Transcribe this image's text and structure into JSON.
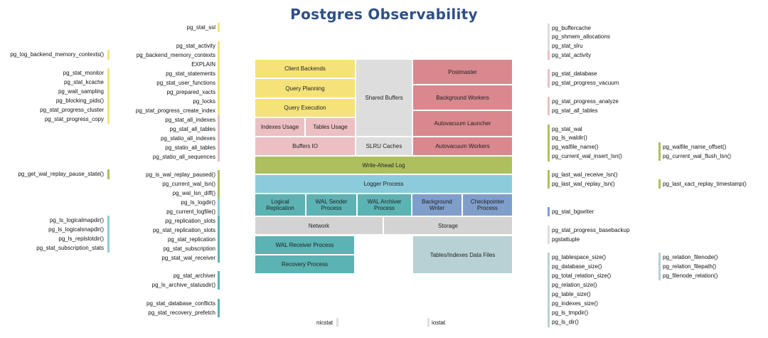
{
  "title": "Postgres Observability",
  "colors": {
    "yellow": "#f5e37a",
    "gray": "#dddddd",
    "red": "#d9888e",
    "pink": "#ecbfc3",
    "olive": "#aebf5f",
    "lightblue": "#8ccbdb",
    "teal": "#5bb3b3",
    "blue": "#7f9ec9",
    "lightgray": "#d3d3d3",
    "paleblue": "#b8d1d4"
  },
  "blocks": {
    "client_backends": "Client Backends",
    "query_planning": "Query Planning",
    "query_execution": "Query Execution",
    "indexes_usage": "Indexes Usage",
    "tables_usage": "Tables Usage",
    "buffers_io": "Buffers IO",
    "shared_buffers": "Shared Buffers",
    "slru_caches": "SLRU Caches",
    "postmaster": "Postmaster",
    "background_workers": "Background Workers",
    "autovacuum_launcher": "Autovacuum Launcher",
    "autovacuum_workers": "Autovacuum Workers",
    "write_ahead_log": "Write-Ahead Log",
    "logger_process": "Logger Process",
    "logical_replication": "Logical\nReplication",
    "wal_sender": "WAL Sender\nProcess",
    "wal_archiver": "WAL Archiver\nProcess",
    "background_writer": "Background\nWriter",
    "checkpointer": "Checkpointer\nProcess",
    "network": "Network",
    "storage": "Storage",
    "wal_receiver": "WAL Receiver Process",
    "recovery": "Recovery Process",
    "data_files": "Tables/Indexes Data Files"
  },
  "left_outer": [
    "pg_log_backend_memory_contexts()",
    "pg_stat_monitor",
    "pg_stat_kcache",
    "pg_wait_sampling",
    "pg_blocking_pids()",
    "pg_stat_progress_cluster",
    "pg_stat_progress_copy",
    "pg_get_wal_replay_pause_state()",
    "pg_ls_logicalmapdir()",
    "pg_ls_logicalsnapdir()",
    "pg_ls_replslotdir()",
    "pg_stat_subscription_stats"
  ],
  "left_inner": [
    "pg_stat_ssl",
    "pg_stat_activity",
    "pg_backend_memory_contexts",
    "EXPLAIN",
    "pg_stat_statements",
    "pg_stat_user_functions",
    "pg_prepared_xacts",
    "pg_locks",
    "pg_stat_progress_create_index",
    "pg_stat_all_indexes",
    "pg_stat_all_tables",
    "pg_statio_all_indexes",
    "pg_statio_all_tables",
    "pg_statio_all_sequences",
    "pg_is_wal_replay_paused()",
    "pg_current_wal_lsn()",
    "pg_wal_lsn_diff()",
    "pg_ls_logdir()",
    "pg_current_logfile()",
    "pg_replication_slots",
    "pg_stat_replication_slots",
    "pg_stat_replication",
    "pg_stat_subscription",
    "pg_stat_wal_receiver",
    "pg_stat_archiver",
    "pg_ls_archive_statusdir()",
    "pg_stat_database_conflicts",
    "pg_stat_recovery_prefetch"
  ],
  "right_inner": [
    "pg_buffercache",
    "pg_shmem_allocations",
    "pg_stat_slru",
    "pg_stat_activity",
    "pg_stat_database",
    "pg_stat_progress_vacuum",
    "pg_stat_progress_analyze",
    "pg_stat_all_tables",
    "pg_stat_wal",
    "pg_ls_waldir()",
    "pg_walfile_name()",
    "pg_current_wal_insert_lsn()",
    "pg_last_wal_receive_lsn()",
    "pg_last_wal_replay_lsn()",
    "pg_stat_bgwriter",
    "pg_stat_progress_basebackup",
    "pgstattuple",
    "pg_tablespace_size()",
    "pg_database_size()",
    "pg_total_relation_size()",
    "pg_relation_size()",
    "pg_table_size()",
    "pg_indexes_size()",
    "pg_ls_tmpdir()",
    "pg_ls_dir()"
  ],
  "right_outer": [
    "pg_walfile_name_offset()",
    "pg_current_wal_flush_lsn()",
    "pg_last_xact_replay_timestamp()",
    "pg_relation_filenode()",
    "pg_relation_filepath()",
    "pg_filenode_relation()"
  ],
  "bottom": [
    "nicstat",
    "iostat"
  ]
}
